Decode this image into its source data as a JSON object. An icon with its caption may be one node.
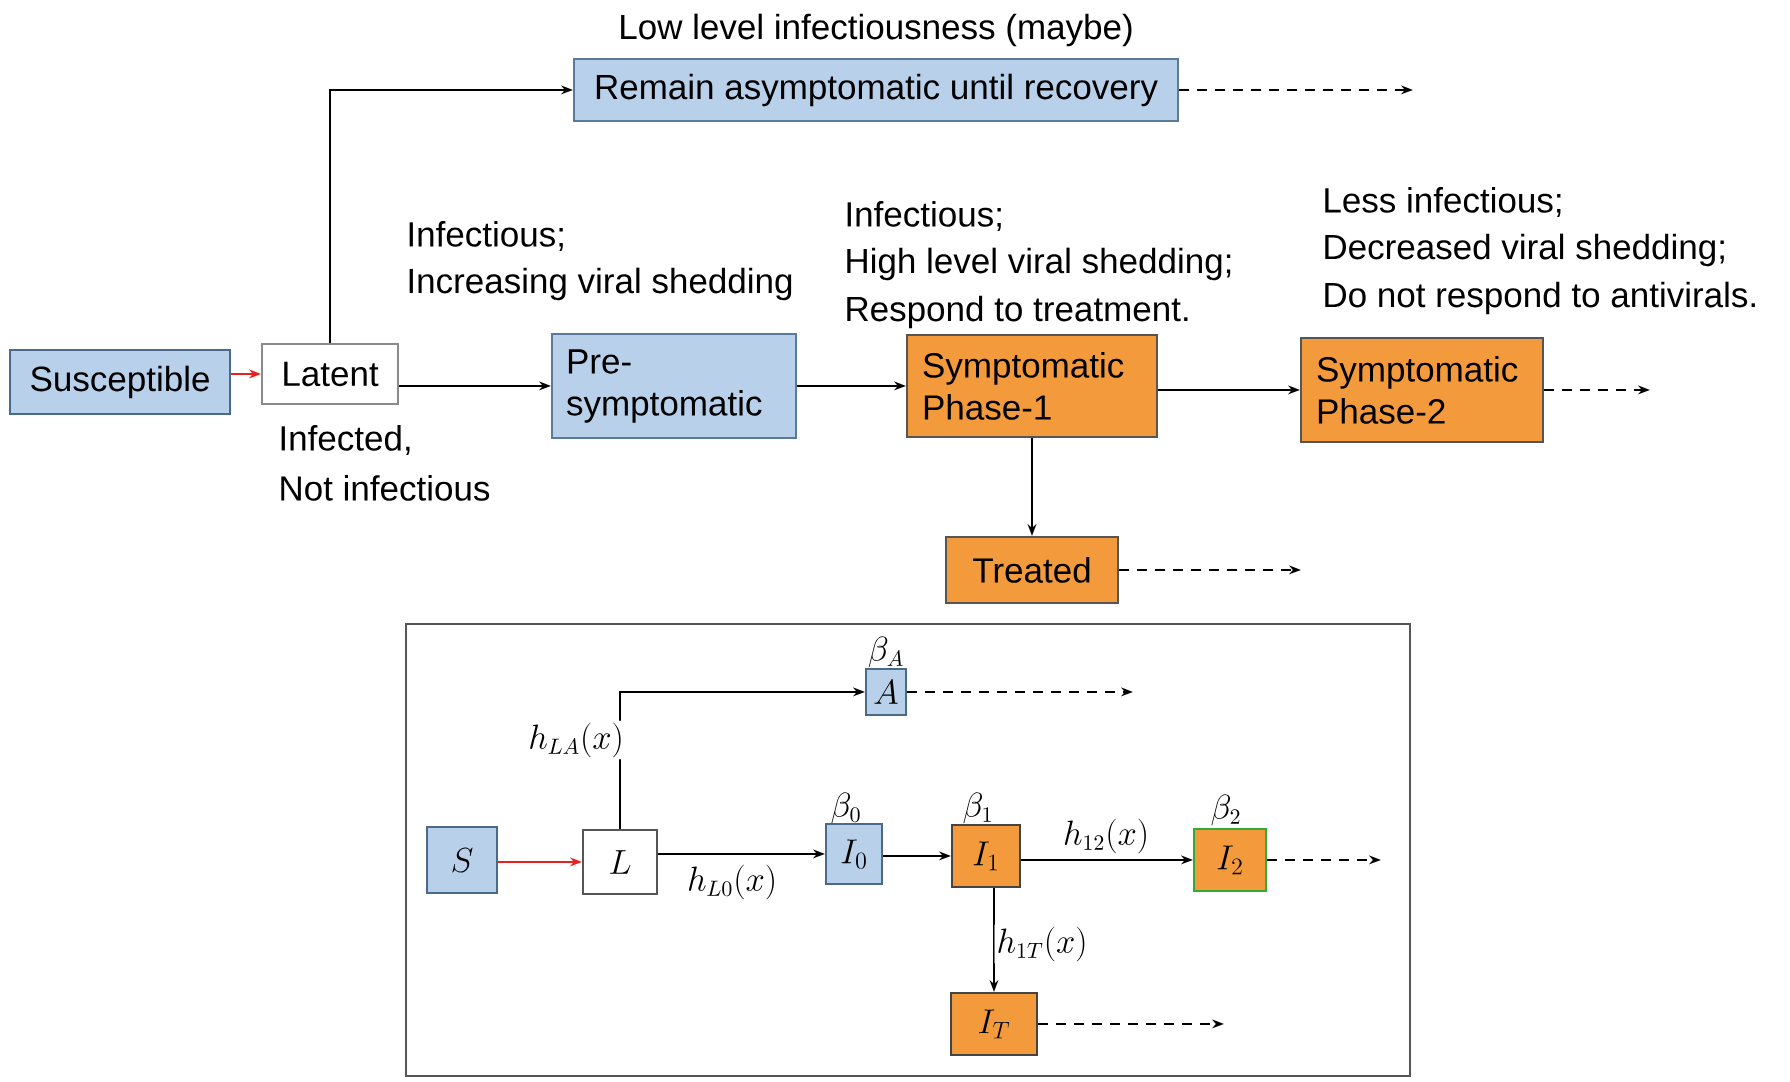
{
  "diagram": {
    "nodes": [
      {
        "text": [
          "Susceptible"
        ]
      },
      {
        "text": [
          "Latent"
        ],
        "beside": [
          "Infected,",
          "Not infectious"
        ]
      },
      {
        "text": [
          "Remain asymptomatic until recovery"
        ],
        "beside": [
          "Low level infectiousness (maybe)"
        ]
      },
      {
        "text": [
          "Pre- symptomatic"
        ],
        "beside": [
          "Infectious;",
          "Increasing viral shedding"
        ]
      },
      {
        "text": [
          "Symptomatic Phase-1"
        ],
        "beside": [
          "Infectious;",
          "High level viral shedding;",
          "Respond to treatment."
        ]
      },
      {
        "text": [
          "Symptomatic Phase-2"
        ],
        "beside": [
          "Less infectious;",
          "Decreased viral shedding;",
          "Do not respond to antivirals."
        ]
      },
      {
        "text": [
          "Treated"
        ]
      },
      {
        "text": [],
        "shape": "box"
      },
      {
        "text": [
          "S"
        ],
        "in": 7
      },
      {
        "text": [
          "L"
        ],
        "in": 7
      },
      {
        "text": [
          "A"
        ],
        "in": 7,
        "beside": [
          "\\beta_A"
        ]
      },
      {
        "text": [
          "I_0"
        ],
        "in": 7,
        "beside": [
          "\\beta_0"
        ]
      },
      {
        "text": [
          "I_1"
        ],
        "in": 7,
        "beside": [
          "\\beta_1"
        ]
      },
      {
        "text": [
          "I_2"
        ],
        "in": 7,
        "beside": [
          "\\beta_2"
        ]
      },
      {
        "text": [
          "I_T"
        ],
        "in": 7
      }
    ],
    "edges": [
      {
        "from": 0,
        "to": 1,
        "arrow": "to",
        "color": "#e8211f"
      },
      {
        "from": 1,
        "to": 2,
        "arrow": "to"
      },
      {
        "from": 1,
        "to": 3,
        "arrow": "to"
      },
      {
        "from": 3,
        "to": 4,
        "arrow": "to"
      },
      {
        "from": 4,
        "to": 5,
        "arrow": "to"
      },
      {
        "from": 4,
        "to": 6,
        "arrow": "to"
      },
      {
        "from": 2,
        "to": null,
        "arrow": "to",
        "style": "dashed"
      },
      {
        "from": 5,
        "to": null,
        "arrow": "to",
        "style": "dashed"
      },
      {
        "from": 6,
        "to": null,
        "arrow": "to",
        "style": "dashed"
      },
      {
        "from": 8,
        "to": 9,
        "arrow": "to",
        "color": "#e8211f"
      },
      {
        "from": 9,
        "to": 10,
        "arrow": "to",
        "label": "h_{LA}(x)"
      },
      {
        "from": 9,
        "to": 11,
        "arrow": "to",
        "label": "h_{L0}(x)"
      },
      {
        "from": 11,
        "to": 12,
        "arrow": "to"
      },
      {
        "from": 12,
        "to": 13,
        "arrow": "to",
        "label": "h_{12}(x)"
      },
      {
        "from": 12,
        "to": 14,
        "arrow": "to",
        "label": "h_{1T}(x)"
      },
      {
        "from": 10,
        "to": null,
        "arrow": "to",
        "style": "dashed"
      },
      {
        "from": 13,
        "to": null,
        "arrow": "to",
        "style": "dashed"
      },
      {
        "from": 14,
        "to": null,
        "arrow": "to",
        "style": "dashed"
      }
    ]
  }
}
